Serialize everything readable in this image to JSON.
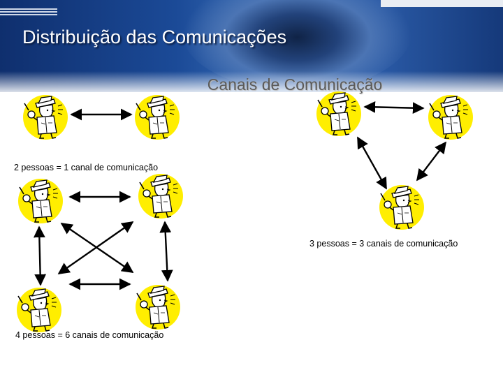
{
  "header": {
    "title": "Distribuição das Comunicações"
  },
  "main": {
    "subtitle": "Canais de Comunicação",
    "captions": {
      "two": "2 pessoas = 1 canal de comunicação",
      "three": "3 pessoas = 3 canais de comunicação",
      "four": "4 pessoas = 6 canais de comunicação"
    }
  },
  "colors": {
    "person_circle": "#ffee00",
    "header_blue": "#1b4a97",
    "arrow": "#000000"
  },
  "icons": [
    "detective-person-icon"
  ]
}
